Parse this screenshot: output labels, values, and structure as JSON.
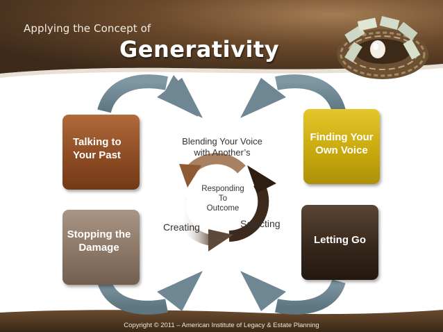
{
  "header": {
    "subtitle": "Applying the Concept of",
    "title": "Generativity"
  },
  "boxes": {
    "talking": "Talking to\nYour Past",
    "stopping": "Stopping the\nDamage",
    "finding": "Finding Your\nOwn Voice",
    "letting": "Letting Go"
  },
  "cycle": {
    "blending": "Blending Your Voice\nwith Another’s",
    "responding": "Responding\nTo\nOutcome",
    "creating": "Creating",
    "selecting": "Selecting"
  },
  "footer": {
    "copyright": "Copyright © 2011 – American Institute of Legacy & Estate Planning"
  },
  "colors": {
    "talking_box": "#8a4a22",
    "stopping_box": "#8a7565",
    "finding_box": "#c6a70c",
    "letting_box": "#35261a",
    "arrow": "#6f8792",
    "banner": "#5a3e26"
  },
  "icons": [
    "nest-with-egg-and-money"
  ]
}
